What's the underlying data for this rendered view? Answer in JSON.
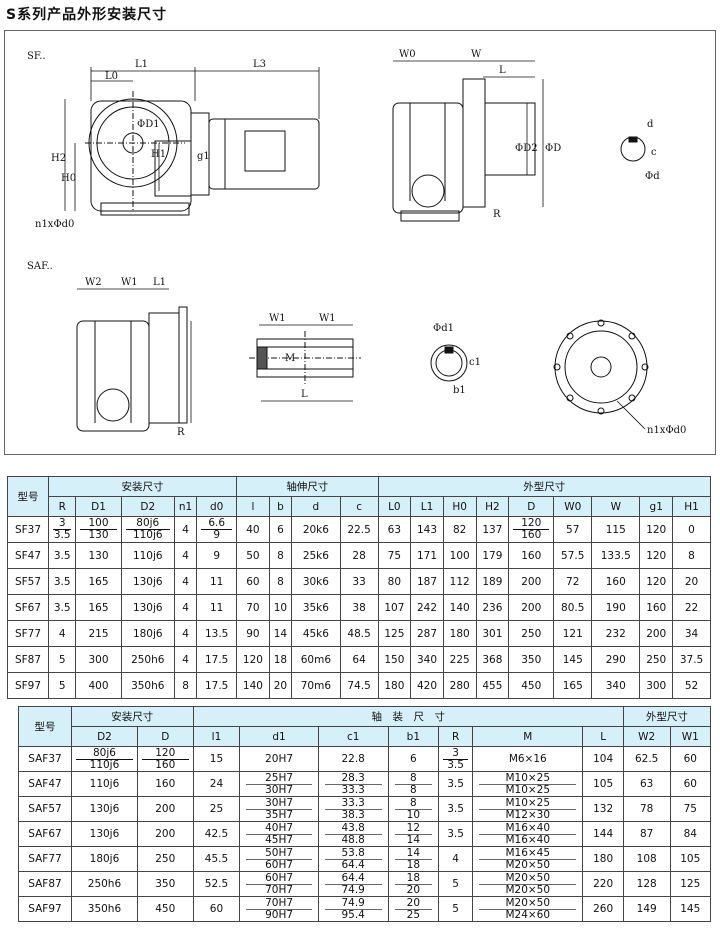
{
  "title": "S系列产品外形安装尺寸",
  "drawing": {
    "sf_label": "SF..",
    "saf_label": "SAF..",
    "dims": {
      "L1": "L1",
      "L0": "L0",
      "L3": "L3",
      "H2": "H2",
      "H0": "H0",
      "H1": "H1",
      "D1": "ΦD1",
      "g1": "g1",
      "n1d0": "n1xΦd0",
      "W0": "W0",
      "W": "W",
      "L": "L",
      "D2": "ΦD2",
      "D": "ΦD",
      "R": "R",
      "d": "d",
      "c": "c",
      "phid": "Φd",
      "W2": "W2",
      "W1": "W1",
      "M": "M",
      "phid1": "Φd1",
      "c1": "c1",
      "b1": "b1",
      "n1d0b": "n1xΦd0"
    }
  },
  "table1": {
    "model_label": "型号",
    "groups": [
      "安装尺寸",
      "轴伸尺寸",
      "外型尺寸"
    ],
    "cols": [
      "R",
      "D1",
      "D2",
      "n1",
      "d0",
      "l",
      "b",
      "d",
      "c",
      "L0",
      "L1",
      "H0",
      "H2",
      "D",
      "W0",
      "W",
      "g1",
      "H1"
    ],
    "rows": [
      {
        "m": "SF37",
        "R": [
          "3",
          "3.5"
        ],
        "D1": [
          "100",
          "130"
        ],
        "D2": [
          "80j6",
          "110j6"
        ],
        "n1": "4",
        "d0": [
          "6.6",
          "9"
        ],
        "l": "40",
        "b": "6",
        "d": "20k6",
        "c": "22.5",
        "L0": "63",
        "L1": "143",
        "H0": "82",
        "H2": "137",
        "D": [
          "120",
          "160"
        ],
        "W0": "57",
        "W": "115",
        "g1": "120",
        "H1": "0"
      },
      {
        "m": "SF47",
        "R": "3.5",
        "D1": "130",
        "D2": "110j6",
        "n1": "4",
        "d0": "9",
        "l": "50",
        "b": "8",
        "d": "25k6",
        "c": "28",
        "L0": "75",
        "L1": "171",
        "H0": "100",
        "H2": "179",
        "D": "160",
        "W0": "57.5",
        "W": "133.5",
        "g1": "120",
        "H1": "8"
      },
      {
        "m": "SF57",
        "R": "3.5",
        "D1": "165",
        "D2": "130j6",
        "n1": "4",
        "d0": "11",
        "l": "60",
        "b": "8",
        "d": "30k6",
        "c": "33",
        "L0": "80",
        "L1": "187",
        "H0": "112",
        "H2": "189",
        "D": "200",
        "W0": "72",
        "W": "160",
        "g1": "120",
        "H1": "20"
      },
      {
        "m": "SF67",
        "R": "3.5",
        "D1": "165",
        "D2": "130j6",
        "n1": "4",
        "d0": "11",
        "l": "70",
        "b": "10",
        "d": "35k6",
        "c": "38",
        "L0": "107",
        "L1": "242",
        "H0": "140",
        "H2": "236",
        "D": "200",
        "W0": "80.5",
        "W": "190",
        "g1": "160",
        "H1": "22"
      },
      {
        "m": "SF77",
        "R": "4",
        "D1": "215",
        "D2": "180j6",
        "n1": "4",
        "d0": "13.5",
        "l": "90",
        "b": "14",
        "d": "45k6",
        "c": "48.5",
        "L0": "125",
        "L1": "287",
        "H0": "180",
        "H2": "301",
        "D": "250",
        "W0": "121",
        "W": "232",
        "g1": "200",
        "H1": "34"
      },
      {
        "m": "SF87",
        "R": "5",
        "D1": "300",
        "D2": "250h6",
        "n1": "4",
        "d0": "17.5",
        "l": "120",
        "b": "18",
        "d": "60m6",
        "c": "64",
        "L0": "150",
        "L1": "340",
        "H0": "225",
        "H2": "368",
        "D": "350",
        "W0": "145",
        "W": "290",
        "g1": "250",
        "H1": "37.5"
      },
      {
        "m": "SF97",
        "R": "5",
        "D1": "400",
        "D2": "350h6",
        "n1": "8",
        "d0": "17.5",
        "l": "140",
        "b": "20",
        "d": "70m6",
        "c": "74.5",
        "L0": "180",
        "L1": "420",
        "H0": "280",
        "H2": "455",
        "D": "450",
        "W0": "165",
        "W": "340",
        "g1": "300",
        "H1": "52"
      }
    ]
  },
  "table2": {
    "model_label": "型号",
    "groups": [
      "安装尺寸",
      "轴　装　尺　寸",
      "外型尺寸"
    ],
    "cols": [
      "D2",
      "D",
      "l1",
      "d1",
      "c1",
      "b1",
      "R",
      "M",
      "L",
      "W2",
      "W1"
    ],
    "rows": [
      {
        "m": "SAF37",
        "D2": [
          "80j6",
          "110j6"
        ],
        "D": [
          "120",
          "160"
        ],
        "l1": "15",
        "d1": "20H7",
        "c1": "22.8",
        "b1": "6",
        "R": [
          "3",
          "3.5"
        ],
        "M": "M6×16",
        "L": "104",
        "W2": "62.5",
        "W1": "60"
      },
      {
        "m": "SAF47",
        "D2": "110j6",
        "D": "160",
        "l1": "24",
        "d1": [
          "25H7",
          "30H7"
        ],
        "c1": [
          "28.3",
          "33.3"
        ],
        "b1": [
          "8",
          "8"
        ],
        "R": "3.5",
        "M": [
          "M10×25",
          "M10×25"
        ],
        "L": "105",
        "W2": "63",
        "W1": "60"
      },
      {
        "m": "SAF57",
        "D2": "130j6",
        "D": "200",
        "l1": "25",
        "d1": [
          "30H7",
          "35H7"
        ],
        "c1": [
          "33.3",
          "38.3"
        ],
        "b1": [
          "8",
          "10"
        ],
        "R": "3.5",
        "M": [
          "M10×25",
          "M12×30"
        ],
        "L": "132",
        "W2": "78",
        "W1": "75"
      },
      {
        "m": "SAF67",
        "D2": "130j6",
        "D": "200",
        "l1": "42.5",
        "d1": [
          "40H7",
          "45H7"
        ],
        "c1": [
          "43.8",
          "48.8"
        ],
        "b1": [
          "12",
          "14"
        ],
        "R": "3.5",
        "M": [
          "M16×40",
          "M16×40"
        ],
        "L": "144",
        "W2": "87",
        "W1": "84"
      },
      {
        "m": "SAF77",
        "D2": "180j6",
        "D": "250",
        "l1": "45.5",
        "d1": [
          "50H7",
          "60H7"
        ],
        "c1": [
          "53.8",
          "64.4"
        ],
        "b1": [
          "14",
          "18"
        ],
        "R": "4",
        "M": [
          "M16×45",
          "M20×50"
        ],
        "L": "180",
        "W2": "108",
        "W1": "105"
      },
      {
        "m": "SAF87",
        "D2": "250h6",
        "D": "350",
        "l1": "52.5",
        "d1": [
          "60H7",
          "70H7"
        ],
        "c1": [
          "64.4",
          "74.9"
        ],
        "b1": [
          "18",
          "20"
        ],
        "R": "5",
        "M": [
          "M20×50",
          "M20×50"
        ],
        "L": "220",
        "W2": "128",
        "W1": "125"
      },
      {
        "m": "SAF97",
        "D2": "350h6",
        "D": "450",
        "l1": "60",
        "d1": [
          "70H7",
          "90H7"
        ],
        "c1": [
          "74.9",
          "95.4"
        ],
        "b1": [
          "20",
          "25"
        ],
        "R": "5",
        "M": [
          "M20×50",
          "M24×60"
        ],
        "L": "260",
        "W2": "149",
        "W1": "145"
      }
    ]
  }
}
